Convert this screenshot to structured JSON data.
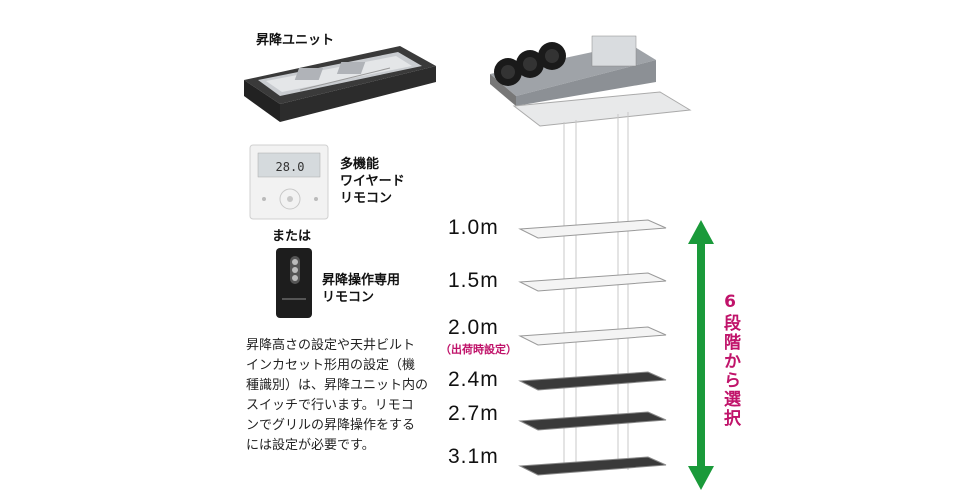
{
  "lift_unit": {
    "label": "昇降ユニット"
  },
  "wired_remote": {
    "label_lines": [
      "多機能",
      "ワイヤード",
      "リモコン"
    ],
    "screen_value": "28.0"
  },
  "or_text": "または",
  "lift_remote": {
    "label_lines": [
      "昇降操作専用",
      "リモコン"
    ]
  },
  "description_lines": [
    "昇降高さの設定や天井ビルト",
    "インカセット形用の設定（機",
    "種識別）は、昇降ユニット内の",
    "スイッチで行います。リモコ",
    "ンでグリルの昇降操作をする",
    "には設定が必要です。"
  ],
  "heights": [
    {
      "label": "1.0m",
      "sub": ""
    },
    {
      "label": "1.5m",
      "sub": ""
    },
    {
      "label": "2.0m",
      "sub": "（出荷時設定）"
    },
    {
      "label": "2.4m",
      "sub": ""
    },
    {
      "label": "2.7m",
      "sub": ""
    },
    {
      "label": "3.1m",
      "sub": ""
    }
  ],
  "six_step_text": "6段階から選択",
  "colors": {
    "accent_magenta": "#c0136a",
    "arrow_green": "#1a9a3a"
  }
}
